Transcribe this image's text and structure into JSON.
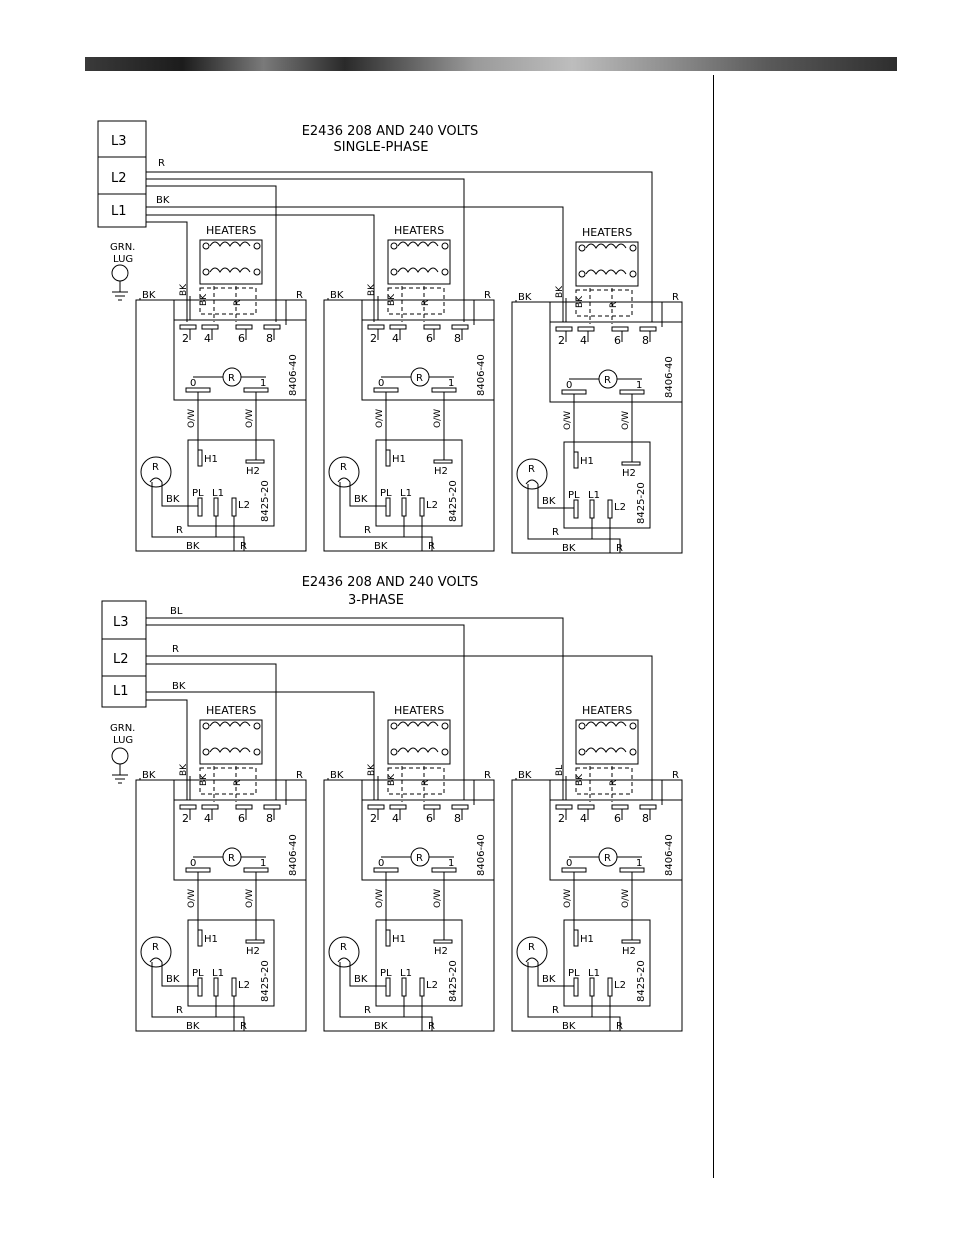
{
  "diagrams": [
    {
      "id": "single",
      "title_line1": "E2436  208  AND 240  VOLTS",
      "title_line2": "SINGLE-PHASE",
      "supply": [
        "L3",
        "L2",
        "L1"
      ],
      "supply_wires": [
        {
          "label": "R",
          "terminal": "L2"
        },
        {
          "label": "BK",
          "terminal": "L1"
        }
      ],
      "ground": {
        "line1": "GRN.",
        "line2": "LUG"
      }
    },
    {
      "id": "three",
      "title_line1": "E2436  208  AND 240  VOLTS",
      "title_line2": "3-PHASE",
      "supply": [
        "L3",
        "L2",
        "L1"
      ],
      "supply_wires": [
        {
          "label": "BL",
          "terminal": "L3"
        },
        {
          "label": "R",
          "terminal": "L2"
        },
        {
          "label": "BK",
          "terminal": "L1"
        }
      ],
      "ground": {
        "line1": "GRN.",
        "line2": "LUG"
      }
    }
  ],
  "module": {
    "heaters": "HEATERS",
    "switch_terminals": [
      "2",
      "4",
      "6",
      "8"
    ],
    "switch_part": "8406-40",
    "relay_terminals": [
      "0",
      "1"
    ],
    "relay_symbol": "R",
    "ow_label": "O/W",
    "thermostat_h1": "H1",
    "thermostat_h2": "H2",
    "thermostat_part": "8425-20",
    "pl": "PL",
    "l1": "L1",
    "l2": "L2",
    "lamp": "R",
    "bk": "BK",
    "r": "R",
    "bl": "BL"
  }
}
